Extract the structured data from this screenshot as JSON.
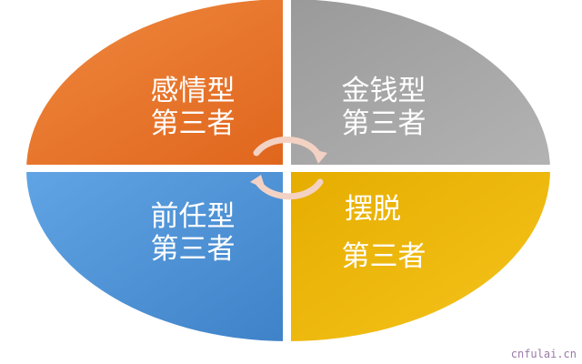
{
  "quadrants": [
    {
      "id": "emotional",
      "line1": "感情型",
      "line2": "第三者",
      "color": "#e8702a"
    },
    {
      "id": "money",
      "line1": "金钱型",
      "line2": "第三者",
      "color": "#a5a5a5"
    },
    {
      "id": "ex",
      "line1": "前任型",
      "line2": "第三者",
      "color": "#4a8fd3"
    },
    {
      "id": "escape",
      "line1": "摆脱",
      "line2": "第三者",
      "color": "#f0b800"
    }
  ],
  "watermark": "cnfulai.cn"
}
